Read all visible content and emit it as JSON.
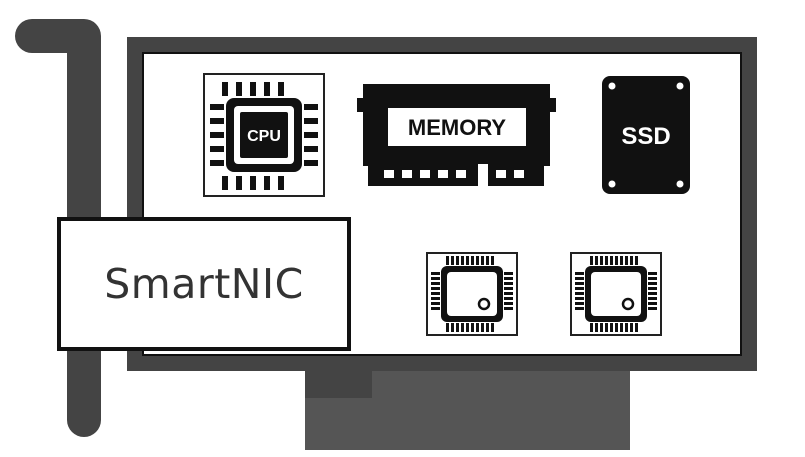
{
  "card": {
    "label": "SmartNIC"
  },
  "components": {
    "cpu": {
      "text": "CPU",
      "icon": "cpu-chip-icon"
    },
    "memory": {
      "text": "MEMORY",
      "icon": "memory-module-icon"
    },
    "ssd": {
      "text": "SSD",
      "icon": "ssd-drive-icon"
    },
    "chips": [
      {
        "icon": "microchip-icon"
      },
      {
        "icon": "microchip-icon"
      }
    ]
  },
  "colors": {
    "outline": "#111111",
    "bracket": "#444444",
    "connector": "#555555",
    "label_text": "#333333",
    "background": "#ffffff"
  }
}
